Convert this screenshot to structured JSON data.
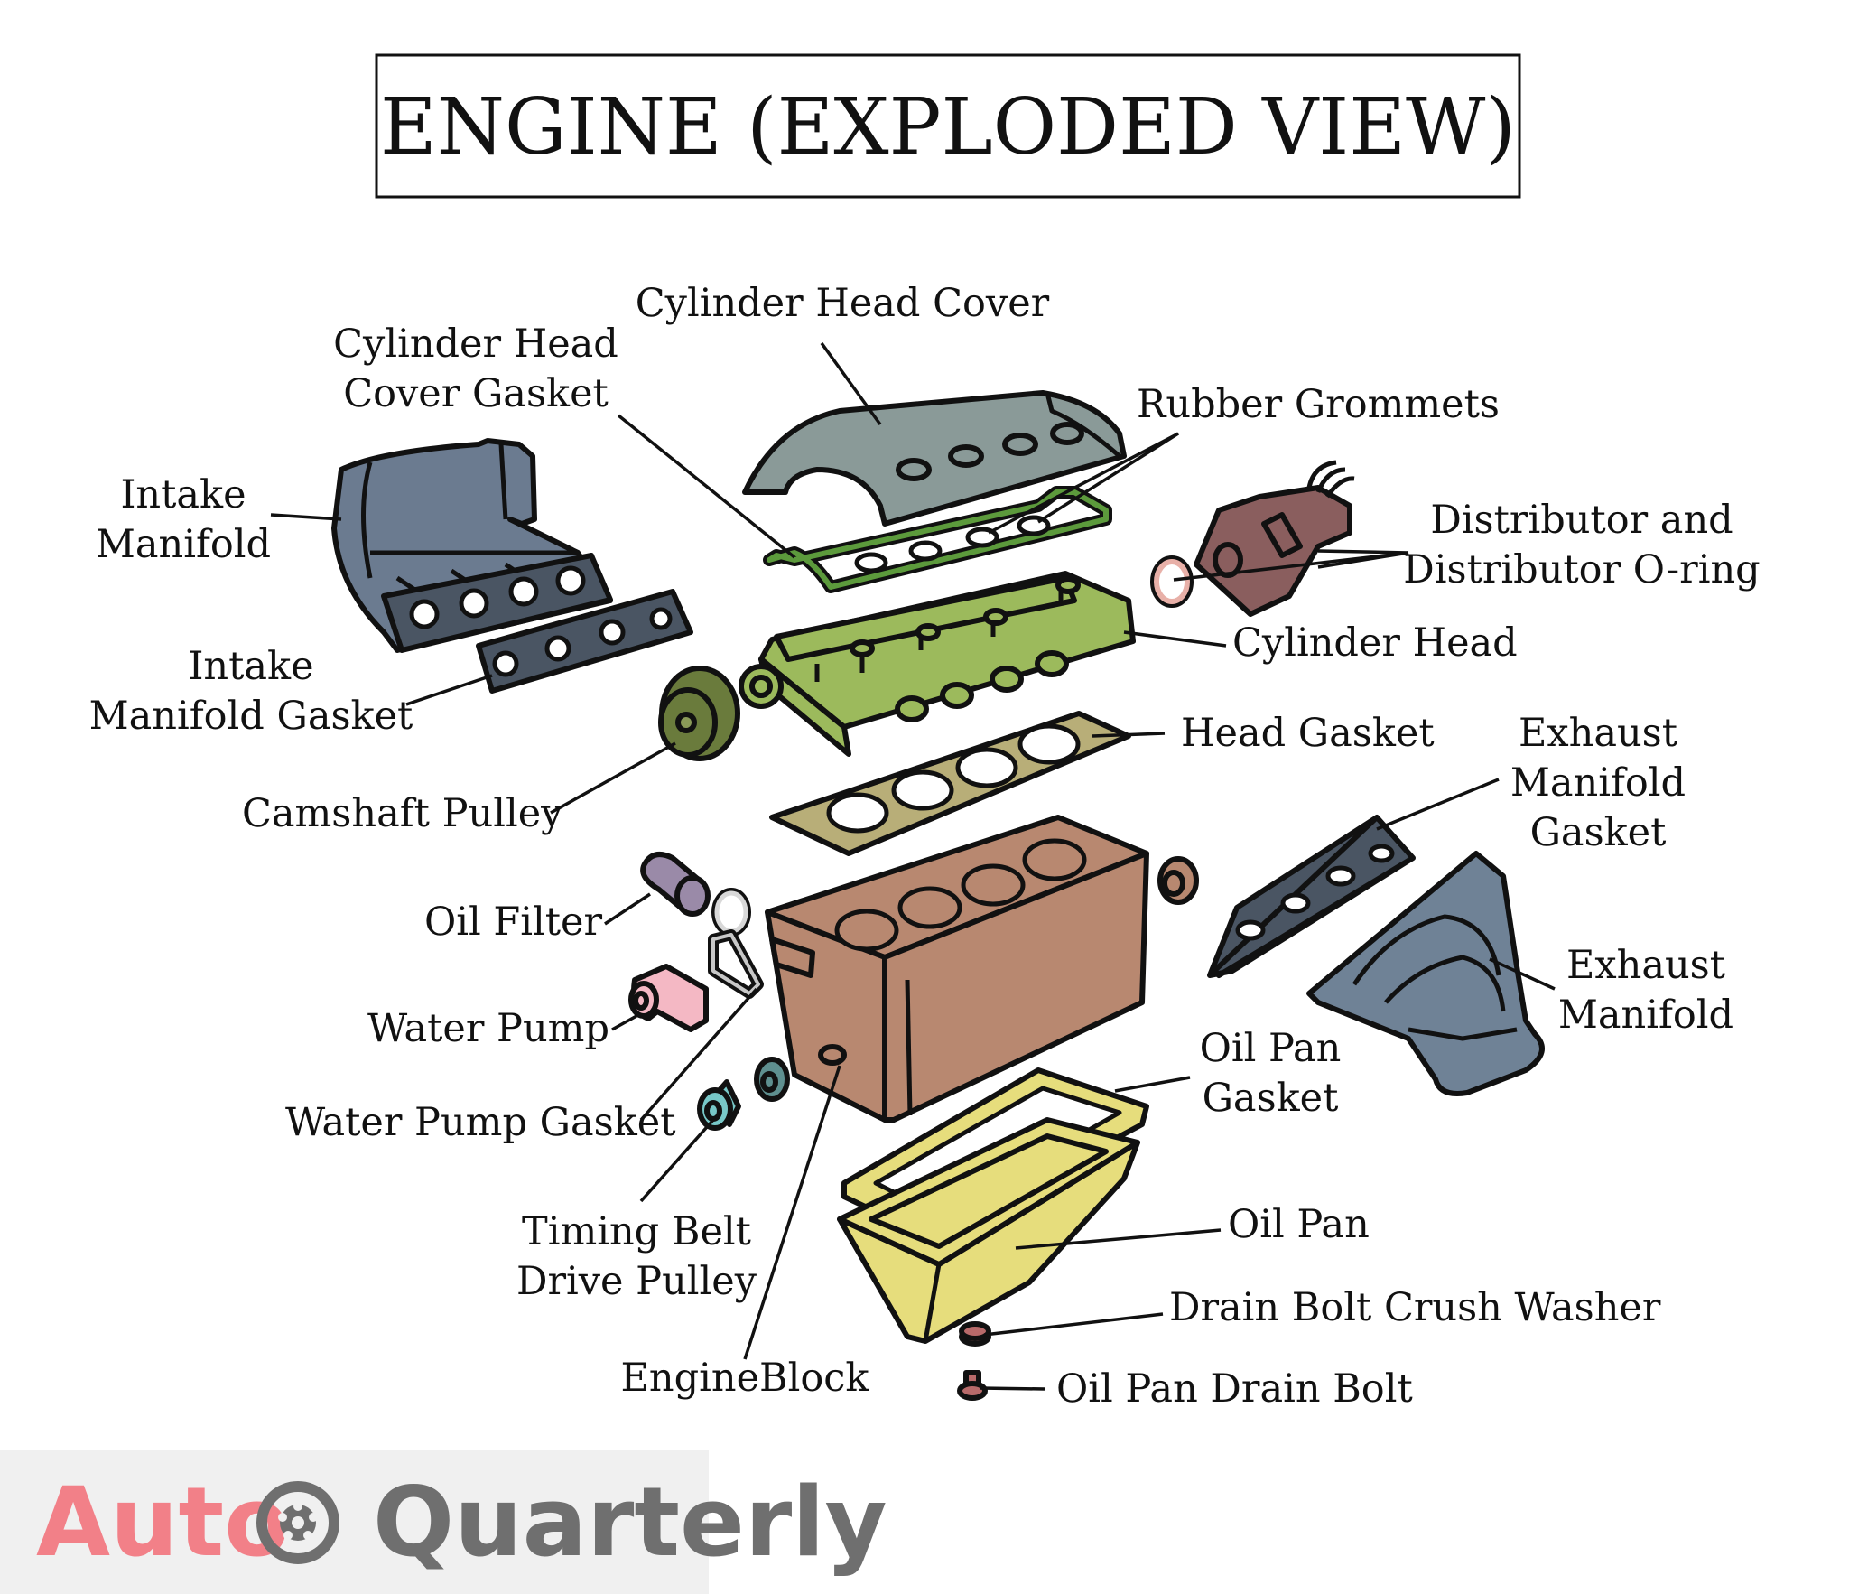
{
  "title": "ENGINE (EXPLODED VIEW)",
  "labels": {
    "cylinder_head_cover": "Cylinder Head Cover",
    "cylinder_head_cover_gasket": [
      "Cylinder Head",
      "Cover Gasket"
    ],
    "rubber_grommets": "Rubber Grommets",
    "intake_manifold": [
      "Intake",
      "Manifold"
    ],
    "distributor": [
      "Distributor and",
      "Distributor O-ring"
    ],
    "cylinder_head": "Cylinder Head",
    "intake_manifold_gasket": [
      "Intake",
      "Manifold Gasket"
    ],
    "head_gasket": "Head Gasket",
    "exhaust_manifold_gasket": [
      "Exhaust",
      "Manifold",
      "Gasket"
    ],
    "camshaft_pulley": "Camshaft Pulley",
    "oil_filter": "Oil Filter",
    "exhaust_manifold": [
      "Exhaust",
      "Manifold"
    ],
    "water_pump": "Water Pump",
    "oil_pan_gasket": [
      "Oil Pan",
      "Gasket"
    ],
    "water_pump_gasket": "Water Pump Gasket",
    "timing_belt_drive_pulley": [
      "Timing Belt",
      "Drive Pulley"
    ],
    "oil_pan": "Oil Pan",
    "drain_bolt_crush_washer": "Drain Bolt Crush Washer",
    "engine_block": "EngineBlock",
    "oil_pan_drain_bolt": "Oil Pan Drain Bolt"
  },
  "logo": {
    "part1": "Auto",
    "part2": "Quarterly",
    "part1_color": "#f28088",
    "part2_color": "#6f6f6f"
  },
  "colors": {
    "cylinder_head_cover": "#8a9a98",
    "intake_manifold": "#6b7b90",
    "gasket_dark": "#4a5563",
    "cylinder_head": "#9cba5c",
    "camshaft_pulley": "#6a7b3c",
    "head_gasket": "#b8ae78",
    "engine_block": "#b88870",
    "distributor": "#8a5e5e",
    "oil_filter": "#9a8aa8",
    "water_pump": "#f4b8c4",
    "timing_belt_pulley": "#78c8c8",
    "timing_belt_pulley_2": "#5e8f8f",
    "oil_pan": "#e6dd7c",
    "exhaust_manifold": "#6f8296",
    "crush_washer": "#b86a6a"
  }
}
